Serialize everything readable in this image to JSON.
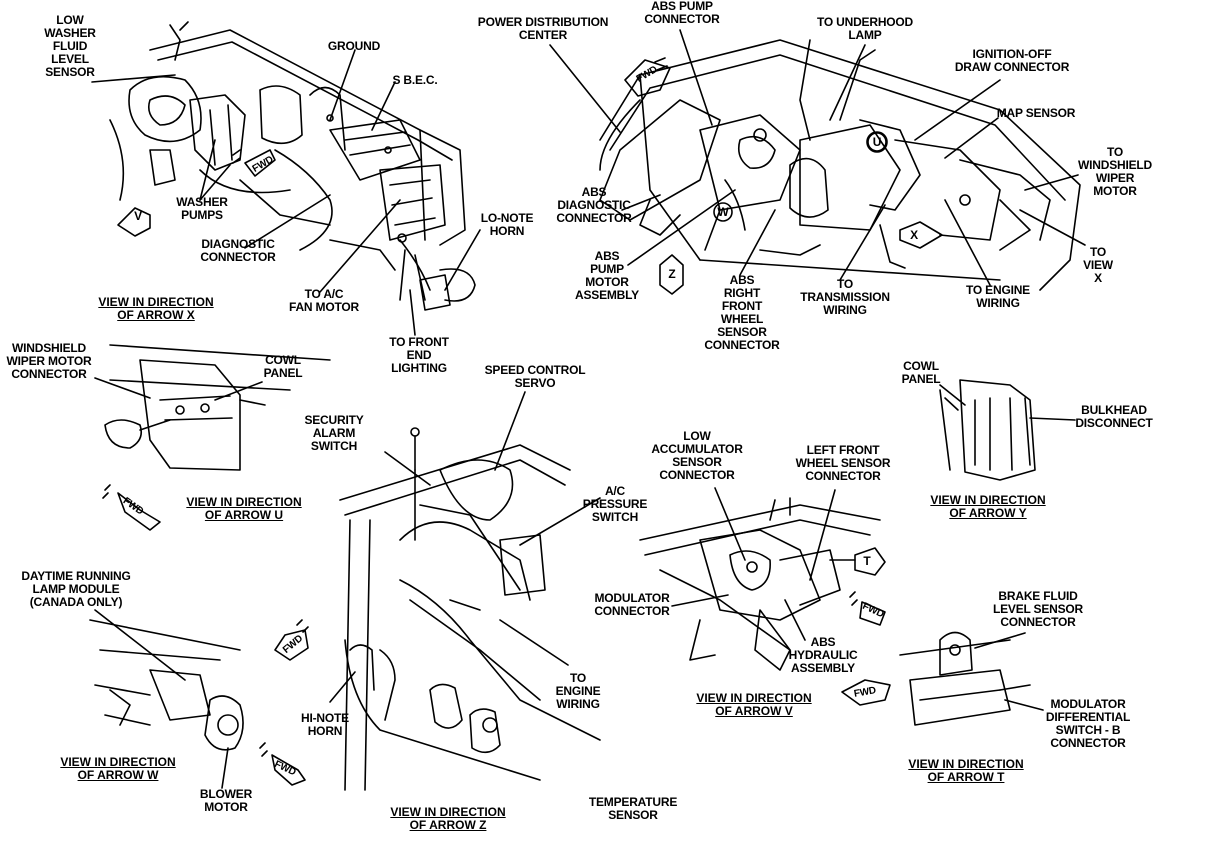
{
  "labels": {
    "low_washer": "LOW\nWASHER\nFLUID\nLEVEL\nSENSOR",
    "ground": "GROUND",
    "sbec": "S B.E.C.",
    "washer_pumps": "WASHER\nPUMPS",
    "diagnostic": "DIAGNOSTIC\nCONNECTOR",
    "ac_fan": "TO A/C\nFAN MOTOR",
    "lo_horn": "LO-NOTE\nHORN",
    "front_end": "TO FRONT\nEND\nLIGHTING",
    "pdc": "POWER DISTRIBUTION\nCENTER",
    "abs_pump_conn": "ABS PUMP\nCONNECTOR",
    "underhood": "TO UNDERHOOD\nLAMP",
    "ign_off": "IGNITION-OFF\nDRAW CONNECTOR",
    "map": "MAP SENSOR",
    "wiper_motor": "TO\nWINDSHIELD\nWIPER\nMOTOR",
    "abs_diag": "ABS\nDIAGNOSTIC\nCONNECTOR",
    "abs_pump_motor": "ABS\nPUMP\nMOTOR\nASSEMBLY",
    "abs_rf": "ABS\nRIGHT\nFRONT\nWHEEL\nSENSOR\nCONNECTOR",
    "trans": "TO\nTRANSMISSION\nWIRING",
    "eng_wiring_top": "TO ENGINE\nWIRING",
    "to_view_x": "TO\nVIEW\nX",
    "wsw_conn": "WINDSHIELD\nWIPER MOTOR\nCONNECTOR",
    "cowl_u": "COWL\nPANEL",
    "security": "SECURITY\nALARM\nSWITCH",
    "speed_servo": "SPEED CONTROL\nSERVO",
    "ac_press": "A/C\nPRESSURE\nSWITCH",
    "eng_wiring_z": "TO\nENGINE\nWIRING",
    "hi_horn": "HI-NOTE\nHORN",
    "temp_sensor": "TEMPERATURE\nSENSOR",
    "drl": "DAYTIME RUNNING\nLAMP MODULE\n(CANADA ONLY)",
    "blower": "BLOWER\nMOTOR",
    "low_accum": "LOW\nACCUMULATOR\nSENSOR\nCONNECTOR",
    "lf_wheel": "LEFT FRONT\nWHEEL SENSOR\nCONNECTOR",
    "modulator": "MODULATOR\nCONNECTOR",
    "abs_hyd": "ABS\nHYDRAULIC\nASSEMBLY",
    "cowl_y": "COWL\nPANEL",
    "bulkhead": "BULKHEAD\nDISCONNECT",
    "brake_fluid": "BRAKE FLUID\nLEVEL SENSOR\nCONNECTOR",
    "mod_diff": "MODULATOR\nDIFFERENTIAL\nSWITCH - B\nCONNECTOR"
  },
  "views": {
    "x": "VIEW IN DIRECTION\nOF ARROW X",
    "u": "VIEW IN DIRECTION\nOF ARROW U",
    "w": "VIEW IN DIRECTION\nOF ARROW W",
    "z": "VIEW IN DIRECTION\nOF ARROW Z",
    "v": "VIEW IN DIRECTION\nOF ARROW V",
    "y": "VIEW IN DIRECTION\nOF ARROW Y",
    "t": "VIEW IN DIRECTION\nOF ARROW T"
  },
  "arrow_letters": {
    "v": "V",
    "w": "W",
    "z": "Z",
    "u": "U",
    "x": "X",
    "t": "T"
  },
  "fwd_marks": {
    "fwd": "FWD"
  }
}
